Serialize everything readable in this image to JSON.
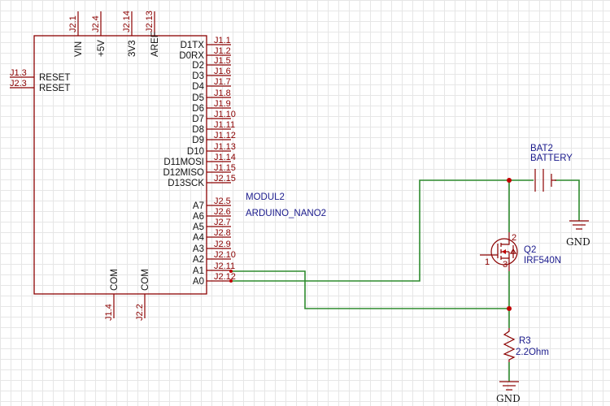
{
  "colors": {
    "symbol": "#8b0000",
    "wire": "#2e8b2e",
    "junction": "#c00000",
    "part_label": "#1a1a8c",
    "pin_name": "#111111",
    "grid": "#e6e6e6"
  },
  "module": {
    "designator": "MODUL2",
    "value": "ARDUINO_NANO2",
    "top_pins": [
      {
        "num": "J2.1",
        "name": "VIN"
      },
      {
        "num": "J2.4",
        "name": "+5V"
      },
      {
        "num": "J2.14",
        "name": "3V3"
      },
      {
        "num": "J2.13",
        "name": "AREF"
      }
    ],
    "left_pins": [
      {
        "num": "J1.3",
        "name": "RESET"
      },
      {
        "num": "J2.3",
        "name": "RESET"
      }
    ],
    "right_pins": [
      {
        "num": "J1.1",
        "name": "D1TX"
      },
      {
        "num": "J1.2",
        "name": "D0RX"
      },
      {
        "num": "J1.5",
        "name": "D2"
      },
      {
        "num": "J1.6",
        "name": "D3"
      },
      {
        "num": "J1.7",
        "name": "D4"
      },
      {
        "num": "J1.8",
        "name": "D5"
      },
      {
        "num": "J1.9",
        "name": "D6"
      },
      {
        "num": "J1.10",
        "name": "D7"
      },
      {
        "num": "J1.11",
        "name": "D8"
      },
      {
        "num": "J1.12",
        "name": "D9"
      },
      {
        "num": "J1.13",
        "name": "D10"
      },
      {
        "num": "J1.14",
        "name": "D11MOSI"
      },
      {
        "num": "J1.15",
        "name": "D12MISO"
      },
      {
        "num": "J2.15",
        "name": "D13SCK"
      },
      {
        "num": "J2.5",
        "name": "A7"
      },
      {
        "num": "J2.6",
        "name": "A6"
      },
      {
        "num": "J2.7",
        "name": "A5"
      },
      {
        "num": "J2.8",
        "name": "A4"
      },
      {
        "num": "J2.9",
        "name": "A3"
      },
      {
        "num": "J2.10",
        "name": "A2"
      },
      {
        "num": "J2.11",
        "name": "A1"
      },
      {
        "num": "J2.12",
        "name": "A0"
      }
    ],
    "bottom_pins": [
      {
        "num": "J1.4",
        "name": "COM"
      },
      {
        "num": "J2.2",
        "name": "COM"
      }
    ]
  },
  "battery": {
    "designator": "BAT2",
    "value": "BATTERY"
  },
  "mosfet": {
    "designator": "Q2",
    "value": "IRF540N",
    "pin1": "1",
    "pin2": "2",
    "pin3": "3"
  },
  "resistor": {
    "designator": "R3",
    "value": "2.2Ohm"
  },
  "grounds": [
    {
      "label": "GND"
    },
    {
      "label": "GND"
    }
  ]
}
